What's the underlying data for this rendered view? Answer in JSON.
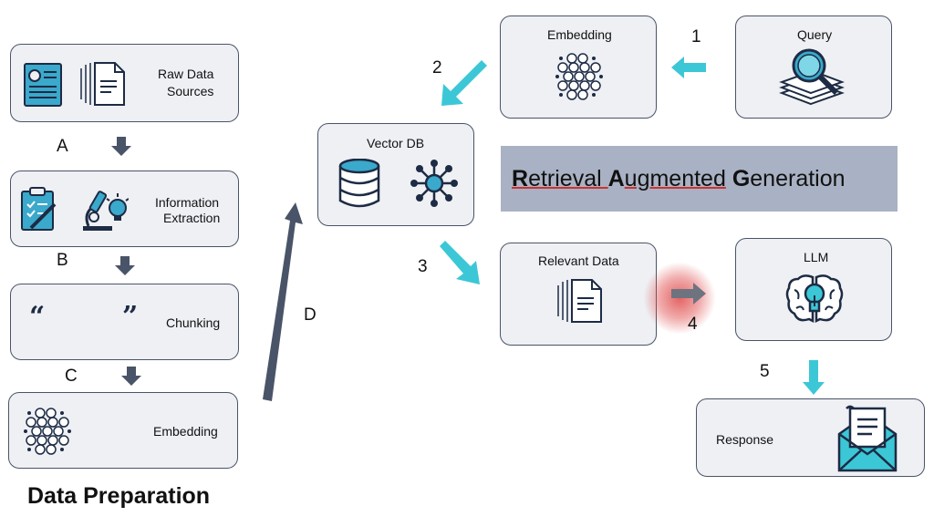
{
  "title": "Data Preparation",
  "banner": {
    "R": "R",
    "R_rest": "etrieval ",
    "A": "A",
    "A_rest": "ugmented",
    "G": "G",
    "G_rest": "eneration"
  },
  "prep_boxes": {
    "raw_data_line1": "Raw Data",
    "raw_data_line2": "Sources",
    "info_line1": "Information",
    "info_line2": "Extraction",
    "chunking": "Chunking",
    "embedding": "Embedding",
    "open_quote": "“",
    "close_quote": "”"
  },
  "prep_steps": {
    "a": "A",
    "b": "B",
    "c": "C",
    "d": "D"
  },
  "rag_boxes": {
    "vector_db": "Vector DB",
    "embedding": "Embedding",
    "query": "Query",
    "relevant_data": "Relevant Data",
    "llm": "LLM",
    "response": "Response"
  },
  "rag_steps": {
    "s1": "1",
    "s2": "2",
    "s3": "3",
    "s4": "4",
    "s5": "5"
  },
  "colors": {
    "accent_cyan": "#3cc7d6",
    "arrow_dark": "#4a5468",
    "icon_navy": "#1d2b44",
    "icon_blue": "#3aa9cc",
    "banner_bg": "#a9b2c4",
    "box_bg": "#eef0f4",
    "highlight_red": "#e04848"
  },
  "icons": [
    "newspaper-icon",
    "document-icon",
    "clipboard-icon",
    "microscope-icon",
    "cluster-icon",
    "database-icon",
    "network-icon",
    "magnifier-icon",
    "brain-icon",
    "envelope-icon"
  ]
}
